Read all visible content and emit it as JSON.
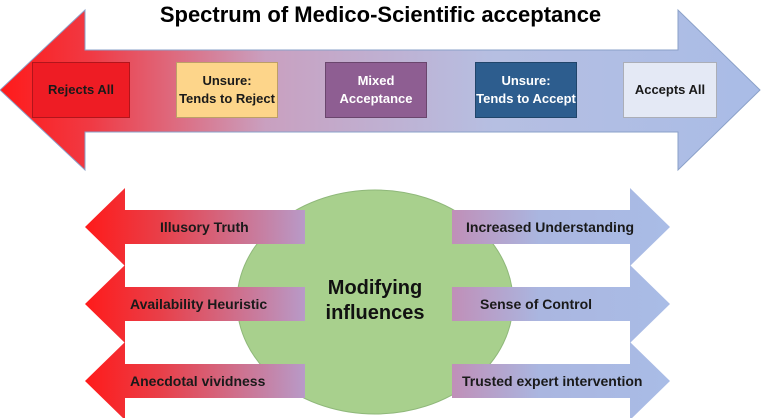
{
  "title": "Spectrum of Medico-Scientific acceptance",
  "spectrum": [
    {
      "label": "Rejects All",
      "color": "#ee1c24",
      "text_color": "#1a1a1a"
    },
    {
      "label": "Unsure:\nTends to Reject",
      "color": "#fdd58a",
      "text_color": "#1a1a1a"
    },
    {
      "label": "Mixed\nAcceptance",
      "color": "#8e5e92",
      "text_color": "#ffffff"
    },
    {
      "label": "Unsure:\nTends to Accept",
      "color": "#2d5d8e",
      "text_color": "#ffffff"
    },
    {
      "label": "Accepts All",
      "color": "#e4e9f5",
      "text_color": "#1a1a1a"
    }
  ],
  "center": {
    "label": "Modifying\ninfluences",
    "color": "#a8d08d"
  },
  "left_influences": [
    "Illusory Truth",
    "Availability Heuristic",
    "Anecdotal vividness"
  ],
  "right_influences": [
    "Increased Understanding",
    "Sense of Control",
    "Trusted expert intervention"
  ],
  "colors": {
    "red": "#ff1a1a",
    "blue": "#a9bce6",
    "mix": "#b87fa8"
  }
}
